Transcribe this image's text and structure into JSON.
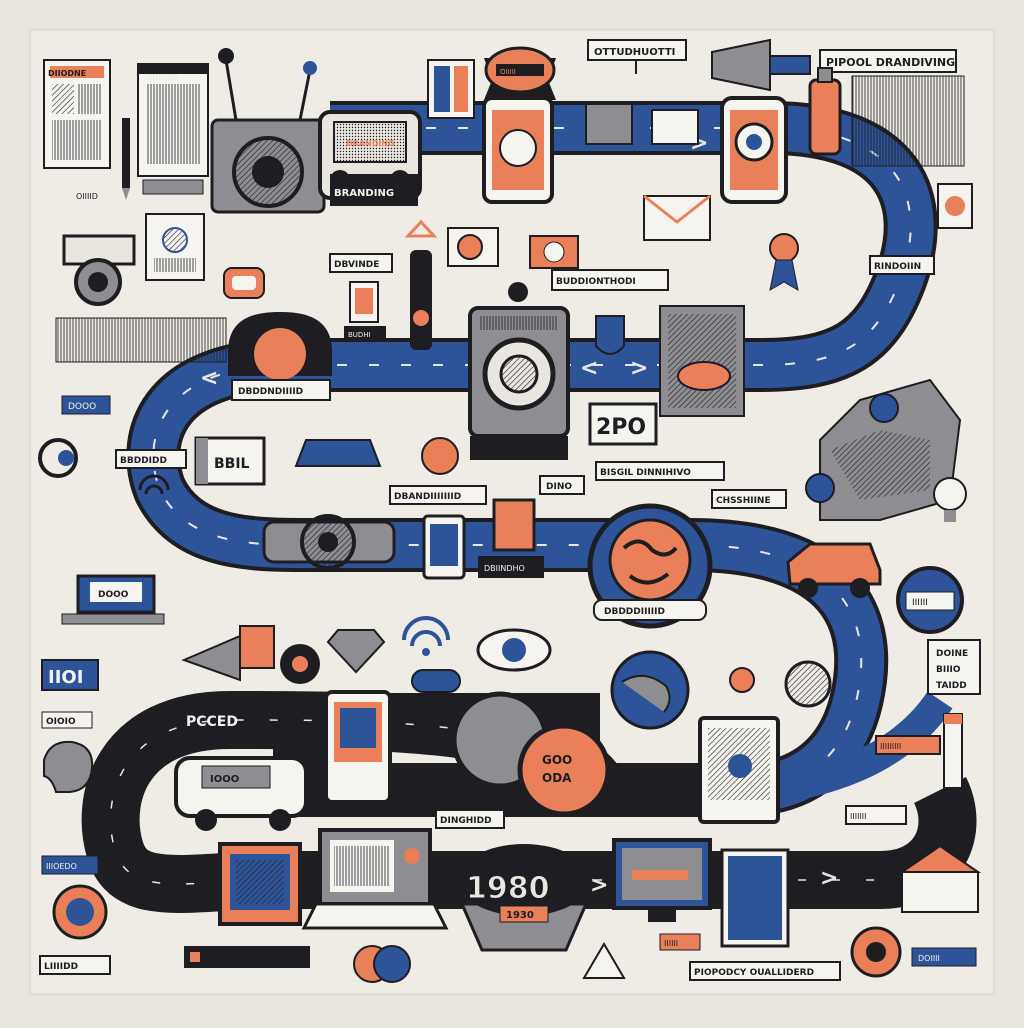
{
  "colors": {
    "paper": "#e9e6df",
    "ink": "#1d1d22",
    "navy": "#2d5498",
    "navy_dark": "#1f3c72",
    "orange": "#e9805a",
    "gray": "#8e8e92",
    "light": "#f3f1ec"
  },
  "road": {
    "arrow_glyph": ">",
    "back_glyph": "<"
  },
  "labels": {
    "title_top_center": "OTTUDHUOTTI",
    "title_top_right": "PIPOOL DRANDIVING",
    "tag_top_left": "DIIODNE",
    "tag_top_left2": "ODDIIIG",
    "sign_branding_top": "DRANDING",
    "label_camera_top": "BRANDING",
    "tag_orange_top": "OIIIII",
    "tag_dbvinde": "DBVINDE",
    "tag_budhi": "BUDHI",
    "tag_mid_center": "BUDDIONTHODI",
    "tag_right_road": "RINDOIIN",
    "sign_sun": "DBDDNDIIIID",
    "tag_left_mid": "BBDDIDD",
    "tag_blue_left": "DOOO",
    "box_left_mid": "BBIL",
    "tag_center": "DBANDIIIIIIID",
    "tag_dino": "DINO",
    "tag_mid_right": "BISGIL DINNIHIVO",
    "tag_chshine": "CHSSHIINE",
    "year_box": "2PO",
    "screen_small": "DBIINDHO",
    "globe_label": "DBDDDIIIIID",
    "laptop_screen": "DOOO",
    "badge_right": "IIIIII",
    "right_col_tag": "DOINE\nBIIIO\nTAIDD",
    "road_bottom_left": "PCCED",
    "tag_bottom_left": "IIOI",
    "tag_oioiio": "OIOIO",
    "bus_window": "IOOO",
    "tag_dinghd": "DINGHIDD",
    "coin": "GOO\nODA",
    "year_bottom": "1980",
    "year_small": "1930",
    "footer_tag": "PIOPODCY OUALLIDERD",
    "tag_leftcol": "OIIIID",
    "tag_leftcol2": "IIIOEDO",
    "tag_leftcol3": "LIIIIDD",
    "tag_bottom_small": "IIIIII",
    "tag_ring_right": "DOIIII",
    "tag_pencil": "IIIIIIIII",
    "road_right_tag": "IIIIIII"
  }
}
